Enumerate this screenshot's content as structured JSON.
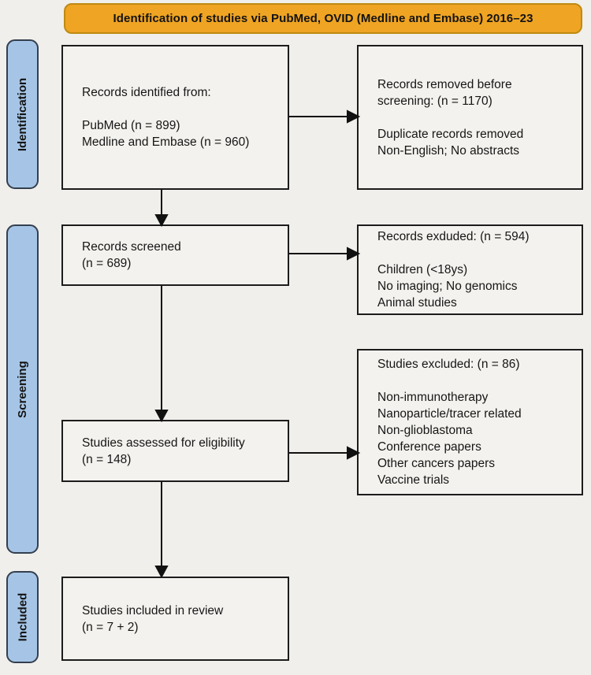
{
  "banner": {
    "label": "Identification of studies via PubMed, OVID (Medline and Embase) 2016–23"
  },
  "stages": [
    {
      "label": "Identification"
    },
    {
      "label": "Screening"
    },
    {
      "label": "Included"
    }
  ],
  "boxes": {
    "records_identified": {
      "text": "Records identified from:\n\nPubMed (n = 899)\nMedline and Embase (n = 960)",
      "counts": {
        "pubmed": 899,
        "medline_embase": 960
      }
    },
    "records_removed": {
      "text": "Records removed before\nscreening: (n = 1170)\n\nDuplicate records removed\nNon-English; No abstracts",
      "counts": {
        "removed": 1170
      }
    },
    "records_screened": {
      "text": "Records screened\n(n = 689)",
      "counts": {
        "screened": 689
      }
    },
    "records_excluded": {
      "text": "Records exduded: (n = 594)\n\nChildren (<18ys)\nNo imaging; No genomics\nAnimal studies",
      "counts": {
        "excluded": 594
      }
    },
    "studies_assessed": {
      "text": "Studies assessed for eligibility\n(n = 148)",
      "counts": {
        "assessed": 148
      }
    },
    "studies_excluded": {
      "text": "Studies excluded: (n = 86)\n\nNon-immunotherapy\nNanoparticle/tracer related\nNon-glioblastoma\nConference papers\nOther cancers papers\nVaccine trials",
      "counts": {
        "excluded": 86
      }
    },
    "studies_included": {
      "text": "Studies included in review\n(n = 7 + 2)",
      "counts": {
        "included": "7 + 2"
      }
    }
  },
  "colors": {
    "page_bg": "#f1efeb",
    "banner_bg": "#efa423",
    "banner_border": "#bf8a12",
    "stage_bg": "#a6c5e6",
    "stage_border": "#333f4f",
    "box_bg": "#f4f2ee",
    "box_border": "#1c1c1c",
    "arrow": "#111111",
    "text": "#161616"
  }
}
